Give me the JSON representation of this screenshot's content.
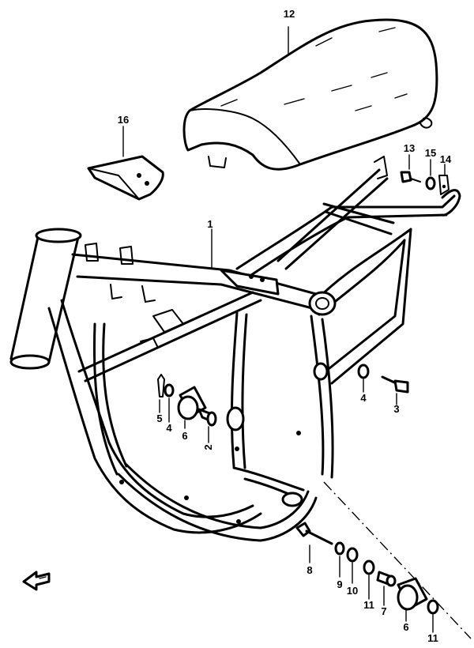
{
  "callouts": {
    "frame": "1",
    "bushing_left": "2",
    "bolt_right": "3",
    "washer_right": "4",
    "washer_left": "4",
    "pin_left": "5",
    "mount_left": "6",
    "mount_lower": "6",
    "spacer_lower": "7",
    "bolt_lower": "8",
    "washer_9": "9",
    "washer_10": "10",
    "washer_11a": "11",
    "washer_11b": "11",
    "seat": "12",
    "seat_bolt": "13",
    "seat_bracket": "14",
    "seat_washer": "15",
    "tool_bag": "16"
  },
  "icons": {
    "front_arrow": "front-direction-arrow-icon"
  }
}
